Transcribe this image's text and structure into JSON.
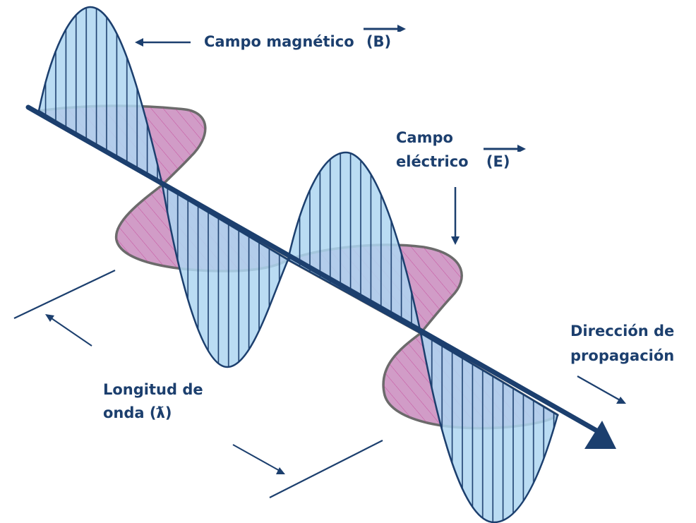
{
  "labels": {
    "magnetic_field": "Campo magnético",
    "magnetic_symbol": "(B)",
    "electric_field_line1": "Campo",
    "electric_field_line2": "eléctrico",
    "electric_symbol": "(E)",
    "propagation_line1": "Dirección de",
    "propagation_line2": "propagación",
    "wavelength_line1": "Longitud de",
    "wavelength_line2": "onda (ƛ)"
  },
  "colors": {
    "axis": "#1c3f6e",
    "magnetic_fill": "#aed6f1",
    "magnetic_stroke": "#1c3f6e",
    "electric_fill": "#c98bbd",
    "electric_stroke": "#6b6b6b",
    "electric_hatch": "#c0338f",
    "text": "#1c3f6e"
  }
}
